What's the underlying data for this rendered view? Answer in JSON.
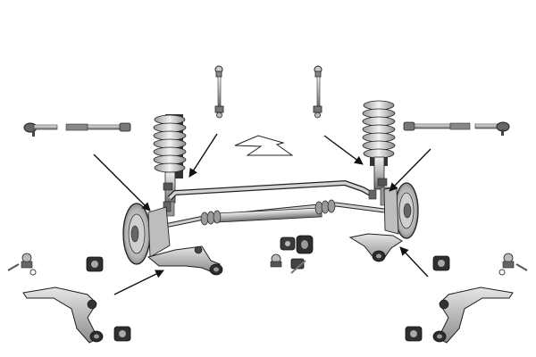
{
  "diagram": {
    "subject": "front-suspension-parts-kit",
    "colors": {
      "background": "#ffffff",
      "metal_light": "#d9d9d9",
      "metal_mid": "#a9a9a9",
      "metal_dark": "#555555",
      "outline": "#1f1f1f",
      "rubber": "#2b2b2b"
    },
    "components": [
      "stabilizer-link-left",
      "stabilizer-link-right",
      "tie-rod-end-left",
      "tie-rod-end-right",
      "inner-tie-rod-left",
      "inner-tie-rod-right",
      "coil-spring-left",
      "coil-spring-right",
      "strut-left",
      "strut-right",
      "stabilizer-bar",
      "steering-rack",
      "hub-left",
      "hub-right",
      "control-arm-installed-left",
      "control-arm-installed-right",
      "control-arm-left",
      "control-arm-right",
      "ball-joint-left",
      "ball-joint-right",
      "ball-joint-center",
      "bushing-left",
      "bushing-right",
      "bushing-center",
      "bushing-lower-left",
      "bushing-lower-right",
      "direction-arrow"
    ]
  }
}
